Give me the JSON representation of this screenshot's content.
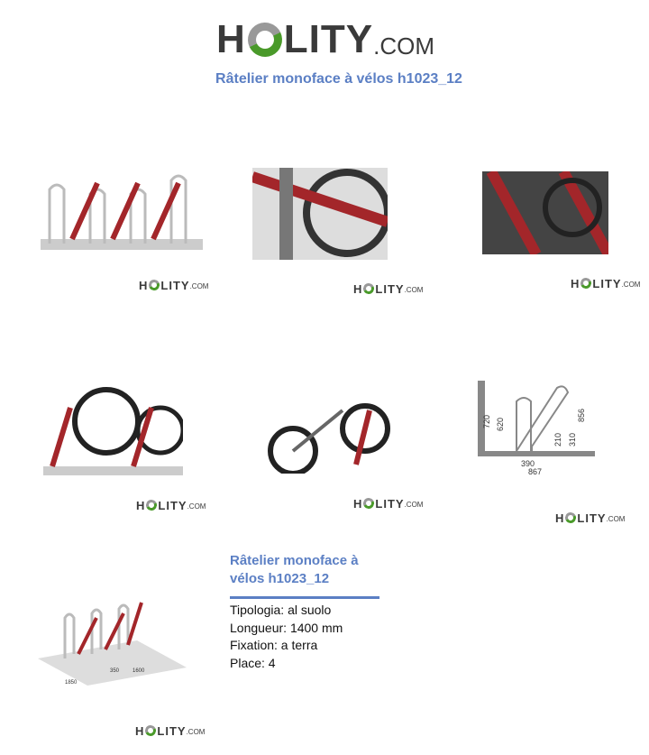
{
  "logo": {
    "h": "H",
    "text": "LITY",
    "com": ".COM"
  },
  "page_title": "Râtelier monoface à vélos h1023_12",
  "product": {
    "title": "Râtelier monoface à vélos h1023_12",
    "specs": [
      "Tipologia: al suolo",
      "Longueur: 1400 mm",
      "Fixation: a terra",
      "Place: 4"
    ]
  },
  "drawing": {
    "d720": "720",
    "d620": "620",
    "d390": "390",
    "d867": "867",
    "d210": "210",
    "d310": "310",
    "d856": "856"
  },
  "plan": {
    "d1850": "1850",
    "d350": "350",
    "d1600": "1600"
  },
  "colors": {
    "accent": "#5b7fc4",
    "logo_green": "#4a9a2a",
    "rack_red": "#a3262a"
  }
}
